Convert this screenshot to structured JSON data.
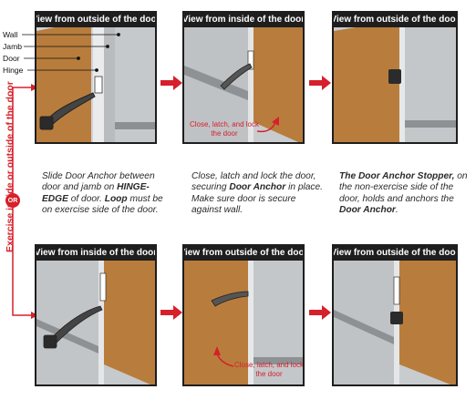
{
  "side_label": "Exercise inside or outside of the door",
  "or_badge": "OR",
  "callouts": [
    "Wall",
    "Jamb",
    "Door",
    "Hinge"
  ],
  "panels": [
    {
      "title": "View from outside of the door"
    },
    {
      "title": "View from inside of the door",
      "note": "Close, latch, and lock the door"
    },
    {
      "title": "View from outside of the door"
    },
    {
      "title": "View from inside of the door"
    },
    {
      "title": "View from outside of the door",
      "note": "Close, latch, and lock the door"
    },
    {
      "title": "View from outside of the door"
    }
  ],
  "captions": {
    "c1": {
      "p1": "Slide Door Anchor between door and jamb on ",
      "p2": "HINGE-EDGE",
      "p3": " of door. ",
      "p4": "Loop",
      "p5": " must be on exercise side of the door."
    },
    "c2": {
      "p1": "Close, latch and lock the door, securing ",
      "p2": "Door Anchor",
      "p3": " in place. Make sure door is secure against wall."
    },
    "c3": {
      "p1": "The Door Anchor Stopper,",
      "p2": " on the non-exercise side of the door, holds and anchors the ",
      "p3": "Door Anchor",
      "p4": "."
    }
  },
  "colors": {
    "accent": "#d6202b",
    "door": "#b87d3c",
    "wall": "#c9cccf",
    "banner": "#1e1e1e"
  }
}
